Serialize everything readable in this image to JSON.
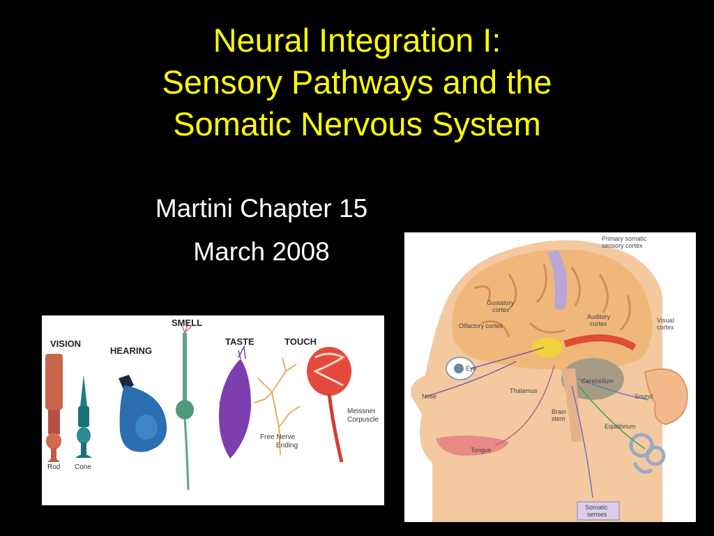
{
  "slide": {
    "title_lines": [
      "Neural Integration I:",
      "Sensory Pathways and the",
      "Somatic Nervous System"
    ],
    "subtitle_lines": [
      "Martini Chapter 15",
      "March 2008"
    ]
  },
  "receptors_figure": {
    "captions": {
      "vision": "VISION",
      "hearing": "HEARING",
      "smell": "SMELL",
      "taste": "TASTE",
      "touch": "TOUCH"
    },
    "labels": {
      "rod": "Rod",
      "cone": "Cone",
      "free_nerve_1": "Free Nerve",
      "free_nerve_2": "Ending",
      "meissner_1": "Meissner",
      "meissner_2": "Corpuscle"
    }
  },
  "brain_figure": {
    "labels": {
      "primary_somatic_1": "Primary somatic",
      "primary_somatic_2": "sensory cortex",
      "gustatory_1": "Gustatory",
      "gustatory_2": "cortex",
      "olfactory": "Olfactory cortex",
      "auditory_1": "Auditory",
      "auditory_2": "cortex",
      "visual_1": "Visual",
      "visual_2": "cortex",
      "eye": "Eye",
      "nose": "Nose",
      "thalamus": "Thalamus",
      "cerebellum": "Cerebellum",
      "sound": "Sound",
      "brain_stem_1": "Brain",
      "brain_stem_2": "stem",
      "equilibrium": "Equilibrium",
      "tongue": "Tongue",
      "somatic_1": "Somatic",
      "somatic_2": "senses"
    }
  },
  "colors": {
    "background": "#000000",
    "title": "#ffff00",
    "subtitle": "#ffffff"
  }
}
